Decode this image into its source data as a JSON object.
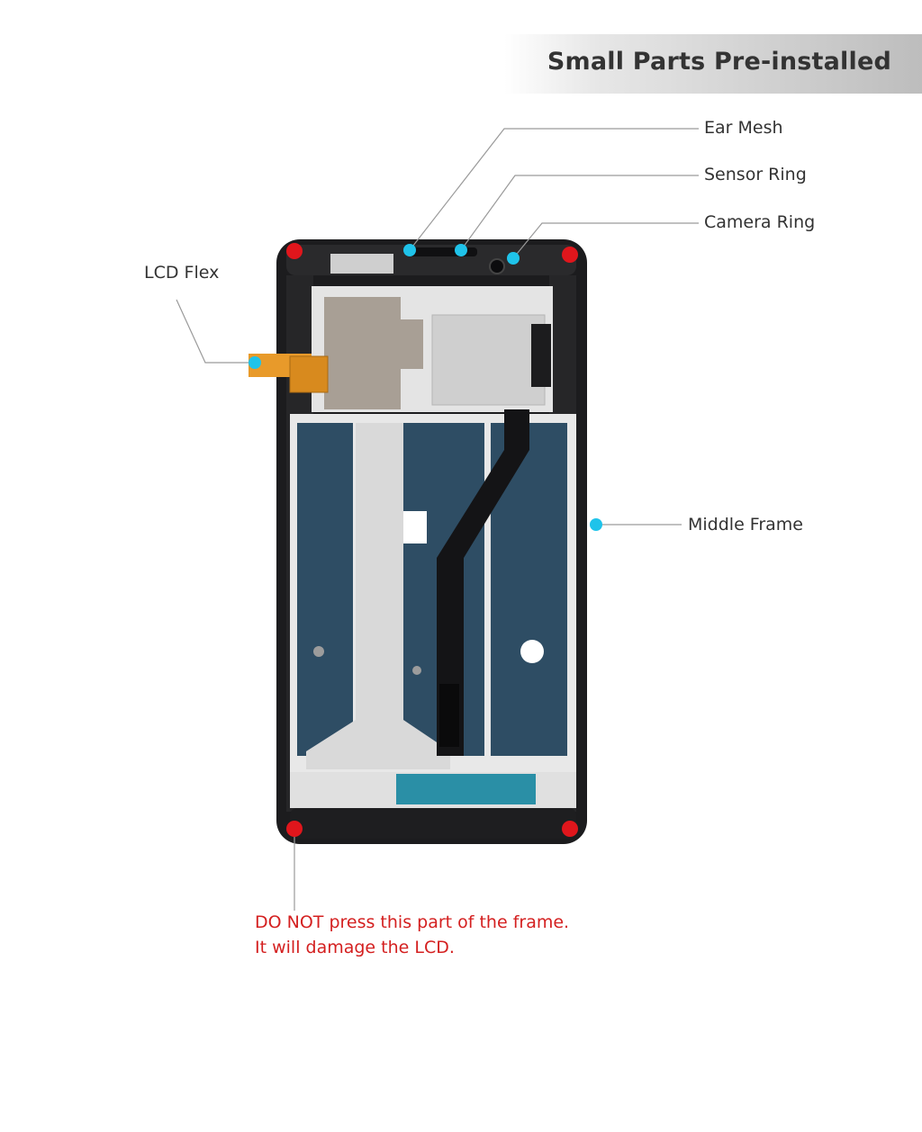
{
  "banner": {
    "title": "Small Parts Pre-installed"
  },
  "callouts": {
    "ear_mesh": "Ear Mesh",
    "sensor_ring": "Sensor Ring",
    "camera_ring": "Camera Ring",
    "lcd_flex": "LCD Flex",
    "middle_frame": "Middle Frame"
  },
  "warning": {
    "line1": "DO NOT press this part of the frame.",
    "line2": "It will damage the LCD.",
    "color": "#d42020"
  },
  "colors": {
    "marker_blue": "#1fc3ea",
    "marker_red": "#e0161c",
    "leader_line": "#9a9a9a",
    "frame_black": "#1c1c1e",
    "plate_gray": "#d9d9d9",
    "panel_blue": "#2e4d64",
    "flex_orange": "#e89a2a"
  }
}
